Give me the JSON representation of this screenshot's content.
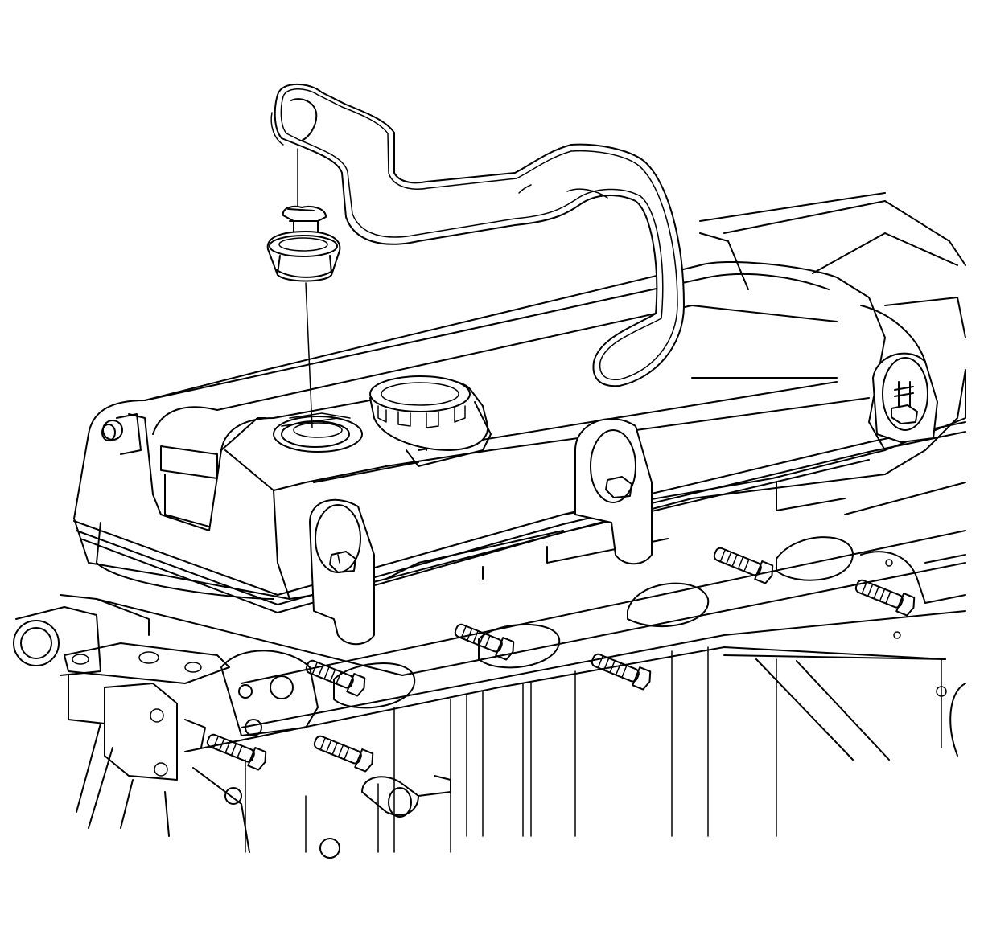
{
  "figure": {
    "kind": "line-art service illustration",
    "subject_parts": [
      "pcv-hose",
      "pcv-valve",
      "grommet",
      "valve-cover",
      "oil-filler-cap",
      "cylinder-head",
      "exhaust-studs",
      "ignition-coil-mount"
    ],
    "colors": {
      "line": "#000000",
      "background": "#ffffff"
    },
    "labels": []
  }
}
